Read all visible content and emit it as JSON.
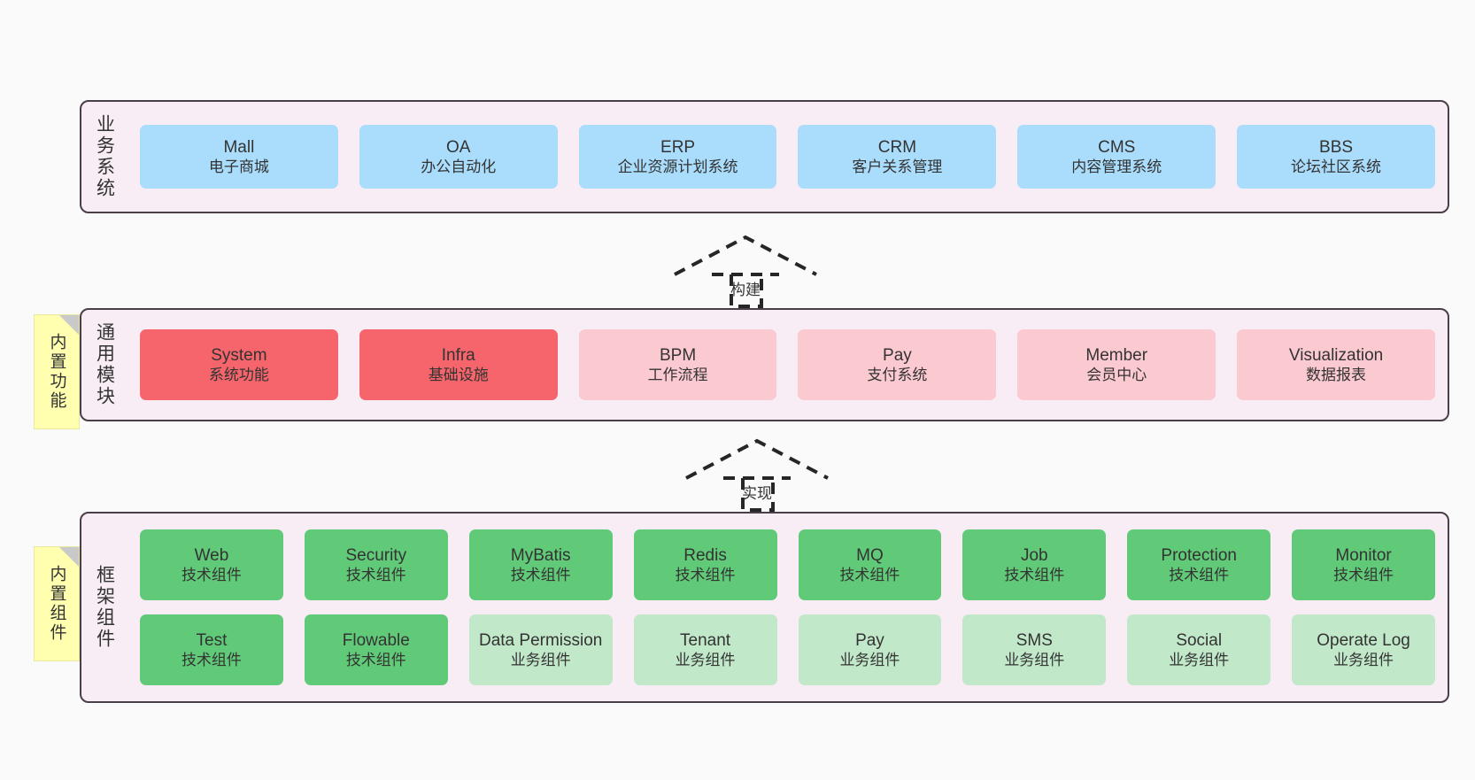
{
  "layers": [
    {
      "id": "business",
      "title": "业务系统",
      "rows": [
        {
          "cells": [
            {
              "t1": "Mall",
              "t2": "电子商城",
              "color": "c-blue"
            },
            {
              "t1": "OA",
              "t2": "办公自动化",
              "color": "c-blue"
            },
            {
              "t1": "ERP",
              "t2": "企业资源计划系统",
              "color": "c-blue"
            },
            {
              "t1": "CRM",
              "t2": "客户关系管理",
              "color": "c-blue"
            },
            {
              "t1": "CMS",
              "t2": "内容管理系统",
              "color": "c-blue"
            },
            {
              "t1": "BBS",
              "t2": "论坛社区系统",
              "color": "c-blue"
            }
          ]
        }
      ]
    },
    {
      "id": "modules",
      "title": "通用模块",
      "rows": [
        {
          "cells": [
            {
              "t1": "System",
              "t2": "系统功能",
              "color": "c-red"
            },
            {
              "t1": "Infra",
              "t2": "基础设施",
              "color": "c-red"
            },
            {
              "t1": "BPM",
              "t2": "工作流程",
              "color": "c-pink"
            },
            {
              "t1": "Pay",
              "t2": "支付系统",
              "color": "c-pink"
            },
            {
              "t1": "Member",
              "t2": "会员中心",
              "color": "c-pink"
            },
            {
              "t1": "Visualization",
              "t2": "数据报表",
              "color": "c-pink"
            }
          ]
        }
      ]
    },
    {
      "id": "framework",
      "title": "框架组件",
      "rows": [
        {
          "cells": [
            {
              "t1": "Web",
              "t2": "技术组件",
              "color": "c-green"
            },
            {
              "t1": "Security",
              "t2": "技术组件",
              "color": "c-green"
            },
            {
              "t1": "MyBatis",
              "t2": "技术组件",
              "color": "c-green"
            },
            {
              "t1": "Redis",
              "t2": "技术组件",
              "color": "c-green"
            },
            {
              "t1": "MQ",
              "t2": "技术组件",
              "color": "c-green"
            },
            {
              "t1": "Job",
              "t2": "技术组件",
              "color": "c-green"
            },
            {
              "t1": "Protection",
              "t2": "技术组件",
              "color": "c-green"
            },
            {
              "t1": "Monitor",
              "t2": "技术组件",
              "color": "c-green"
            }
          ]
        },
        {
          "cells": [
            {
              "t1": "Test",
              "t2": "技术组件",
              "color": "c-green"
            },
            {
              "t1": "Flowable",
              "t2": "技术组件",
              "color": "c-green"
            },
            {
              "t1": "Data Permission",
              "t2": "业务组件",
              "color": "c-green-light"
            },
            {
              "t1": "Tenant",
              "t2": "业务组件",
              "color": "c-green-light"
            },
            {
              "t1": "Pay",
              "t2": "业务组件",
              "color": "c-green-light"
            },
            {
              "t1": "SMS",
              "t2": "业务组件",
              "color": "c-green-light"
            },
            {
              "t1": "Social",
              "t2": "业务组件",
              "color": "c-green-light"
            },
            {
              "t1": "Operate Log",
              "t2": "业务组件",
              "color": "c-green-light"
            }
          ]
        }
      ]
    }
  ],
  "arrows": [
    {
      "id": "build",
      "label": "构建"
    },
    {
      "id": "impl",
      "label": "实现"
    }
  ],
  "notes": [
    {
      "id": "builtin-features",
      "label": "内置功能"
    },
    {
      "id": "builtin-components",
      "label": "内置组件"
    }
  ],
  "colors": {
    "band_bg": "#f8ecf5",
    "band_border": "#4a3f49",
    "blue": "#aadcfb",
    "red": "#f5656b",
    "pink": "#fbc9d0",
    "green": "#60ca78",
    "green_light": "#c2e8ca",
    "note_yellow": "#ffffaf",
    "note_fold": "#c9c9c9",
    "arrow_stroke": "#262626",
    "text": "#333333",
    "canvas_bg": "#fafafa"
  }
}
